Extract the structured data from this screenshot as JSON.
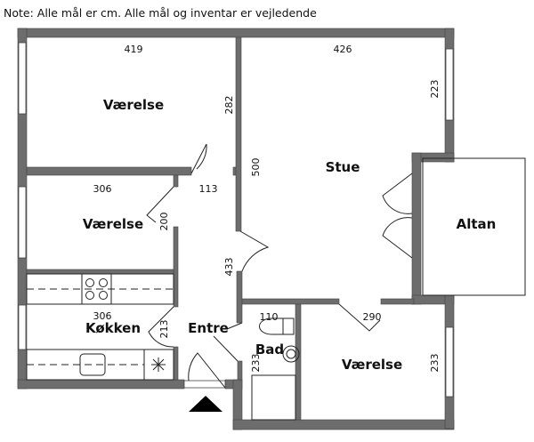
{
  "note": "Note: Alle mål er cm. Alle mål og inventar er vejledende",
  "rooms": {
    "bedroom_top_left": {
      "label": "Værelse",
      "width": "419",
      "depth": "282"
    },
    "living": {
      "label": "Stue",
      "width": "426",
      "depth": "500",
      "window": "223"
    },
    "bedroom_mid_left": {
      "label": "Værelse",
      "width": "306",
      "depth": "200"
    },
    "hall_width": "113",
    "balcony": {
      "label": "Altan"
    },
    "hall_depth": "433",
    "kitchen": {
      "label": "Køkken",
      "width": "306",
      "depth": "213"
    },
    "entry": {
      "label": "Entre"
    },
    "bath": {
      "label": "Bad",
      "width": "110",
      "depth": "233"
    },
    "bedroom_bottom_right": {
      "label": "Værelse",
      "width": "290",
      "depth": "233"
    }
  },
  "colors": {
    "wall": "#6d6d6d",
    "line": "#222222"
  }
}
